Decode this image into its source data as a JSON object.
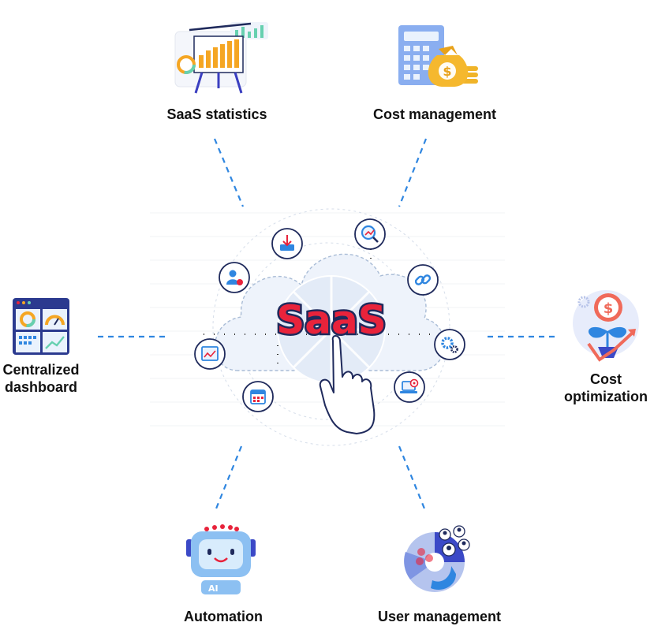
{
  "center": {
    "word": "SaaS"
  },
  "nodes": [
    {
      "id": "saas-statistics",
      "label": "SaaS statistics",
      "icon": "presentation-chart-icon"
    },
    {
      "id": "cost-management",
      "label": "Cost management",
      "icon": "calculator-money-bag-icon"
    },
    {
      "id": "centralized-dashboard",
      "label": "Centralized dashboard",
      "icon": "dashboard-window-icon"
    },
    {
      "id": "cost-optimization",
      "label": "Cost optimization",
      "icon": "money-plant-growth-icon"
    },
    {
      "id": "automation",
      "label": "Automation",
      "icon": "ai-robot-icon"
    },
    {
      "id": "user-management",
      "label": "User management",
      "icon": "user-network-icon"
    }
  ],
  "orbit_icons": [
    "download-tray-icon",
    "analytics-search-icon",
    "user-settings-icon",
    "link-chain-icon",
    "monitor-chart-icon",
    "gears-icon",
    "calendar-icon",
    "laptop-target-icon"
  ],
  "colors": {
    "accent_blue": "#1a78d6",
    "saas_red": "#e8233b",
    "dash_line": "#2f86e0",
    "cloud_fill": "#eef3fb"
  }
}
